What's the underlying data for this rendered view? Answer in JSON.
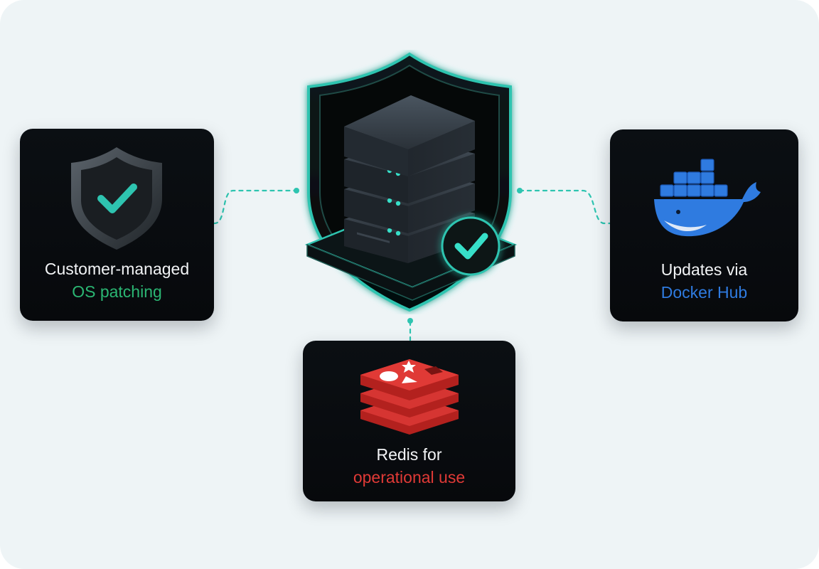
{
  "colors": {
    "background": "#eef4f6",
    "card": "#0a0d11",
    "teal": "#2ec4b0",
    "green": "#2bb673",
    "docker_blue": "#2f7be0",
    "redis_red": "#e03a36"
  },
  "hub": {
    "icon": "server-shield-check-icon"
  },
  "cards": {
    "os_patching": {
      "icon": "shield-check-icon",
      "line1": "Customer-managed",
      "line2": "OS patching"
    },
    "docker": {
      "icon": "docker-whale-icon",
      "line1": "Updates via",
      "line2": "Docker Hub"
    },
    "redis": {
      "icon": "redis-cube-icon",
      "line1": "Redis for",
      "line2": "operational use"
    }
  }
}
